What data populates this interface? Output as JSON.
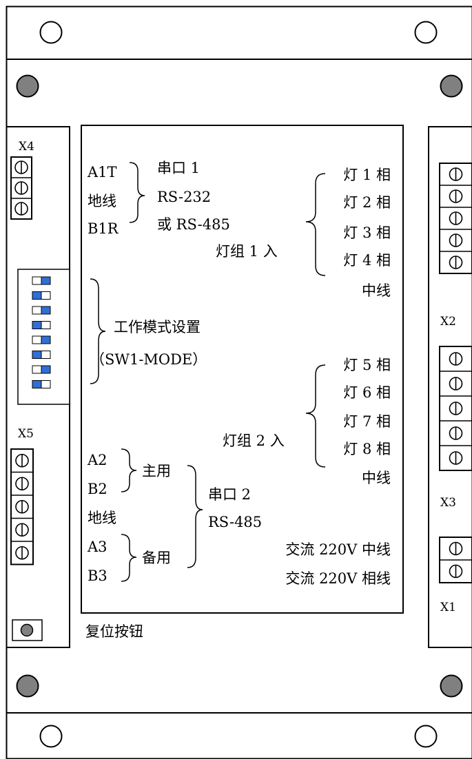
{
  "connectors": {
    "x4": "X4",
    "x5": "X5",
    "x2": "X2",
    "x3": "X3",
    "x1": "X1"
  },
  "serial1": {
    "pins": [
      "A1T",
      "地线",
      "B1R"
    ],
    "title": "串口 1",
    "type1": "RS-232",
    "type2": "或 RS-485"
  },
  "lamp_group1": {
    "label": "灯组 1 入",
    "items": [
      "灯 1 相",
      "灯 2 相",
      "灯 3 相",
      "灯 4 相",
      "中线"
    ]
  },
  "lamp_group2": {
    "label": "灯组 2 入",
    "items": [
      "灯 5 相",
      "灯 6 相",
      "灯 7 相",
      "灯 8 相",
      "中线"
    ]
  },
  "mode": {
    "title": "工作模式设置",
    "subtitle": "（SW1-MODE）",
    "switch_positions": [
      "right",
      "left",
      "right",
      "left",
      "right",
      "left",
      "right",
      "left"
    ],
    "on_color": "#2f6fd6"
  },
  "serial2": {
    "pins": [
      "A2",
      "B2",
      "地线",
      "A3",
      "B3"
    ],
    "primary": "主用",
    "backup": "备用",
    "title": "串口 2",
    "type": "RS-485"
  },
  "power": {
    "neutral": "交流 220V 中线",
    "phase": "交流 220V 相线"
  },
  "reset": {
    "label": "复位按钮"
  }
}
